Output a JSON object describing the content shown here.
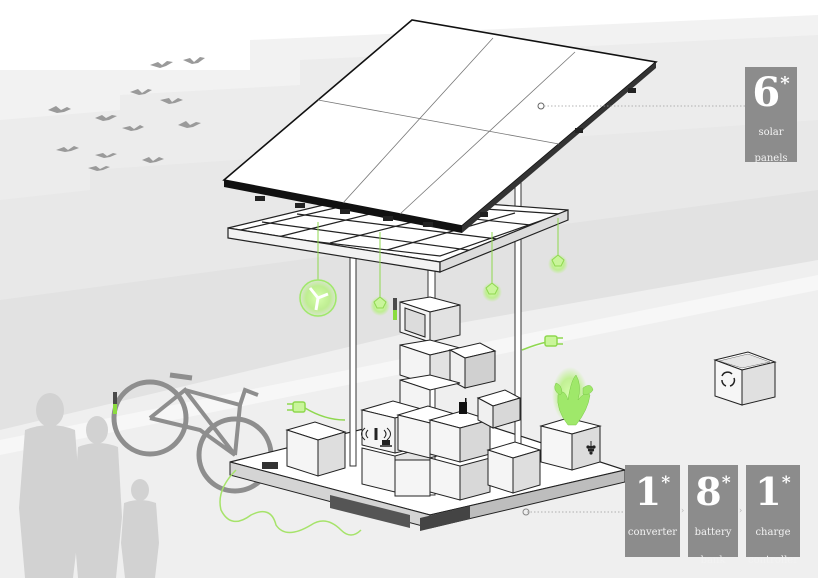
{
  "callouts": {
    "solar": {
      "number": "6",
      "mark": "*",
      "label_line1": "solar",
      "label_line2": "panels"
    },
    "converter": {
      "number": "1",
      "mark": "*",
      "label_line1": "converter",
      "label_line2": ""
    },
    "battery": {
      "number": "8",
      "mark": "*",
      "label_line1": "battery",
      "label_line2": "bank"
    },
    "charge": {
      "number": "1",
      "mark": "*",
      "label_line1": "charge",
      "label_line2": "controller"
    }
  },
  "colors": {
    "callout_bg": "#8c8c8c",
    "ground": "#e6e6e6",
    "background_buildings": "#ececec",
    "green_glow": "#9fe86a",
    "panel_line": "#111111",
    "grey_figure": "#c9c9c9"
  },
  "icons": [
    "bird-icon",
    "bicycle-icon",
    "light-bulb-icon",
    "plug-icon",
    "wifi-icon",
    "laptop-icon",
    "cup-icon",
    "grapes-icon",
    "recycle-icon",
    "plant-icon",
    "fan-icon"
  ]
}
